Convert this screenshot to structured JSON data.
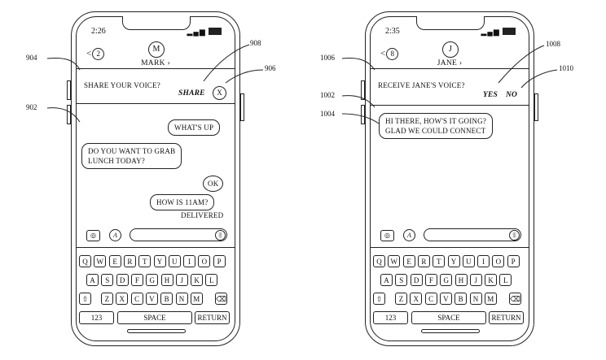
{
  "left_phone": {
    "time": "2:26",
    "back_count": "2",
    "avatar_initial": "M",
    "contact_name": "MARK",
    "prompt": "SHARE YOUR VOICE?",
    "share_label": "SHARE",
    "close_label": "X",
    "messages": [
      {
        "text": "WHAT'S UP",
        "side": "right"
      },
      {
        "text": "DO YOU WANT TO GRAB\nLUNCH TODAY?",
        "side": "left"
      },
      {
        "text": "OK",
        "side": "right"
      },
      {
        "text": "HOW IS 11AM?",
        "side": "right"
      }
    ],
    "delivered": "DELIVERED"
  },
  "right_phone": {
    "time": "2:35",
    "back_count": "8",
    "avatar_initial": "J",
    "contact_name": "JANE",
    "prompt": "RECEIVE JANE'S VOICE?",
    "yes_label": "YES",
    "no_label": "NO",
    "messages": [
      {
        "text": "HI THERE, HOW'S IT GOING?\nGLAD WE COULD CONNECT",
        "side": "left"
      }
    ]
  },
  "keyboard": {
    "row1": [
      "Q",
      "W",
      "E",
      "R",
      "T",
      "Y",
      "U",
      "I",
      "O",
      "P"
    ],
    "row2": [
      "A",
      "S",
      "D",
      "F",
      "G",
      "H",
      "J",
      "K",
      "L"
    ],
    "row3": [
      "Z",
      "X",
      "C",
      "V",
      "B",
      "N",
      "M"
    ],
    "numbers_label": "123",
    "space_label": "SPACE",
    "return_label": "RETURN",
    "shift_symbol": "⇧",
    "delete_symbol": "⌫"
  },
  "reference_numerals": {
    "r904": "904",
    "r902": "902",
    "r908": "908",
    "r906": "906",
    "r1006": "1006",
    "r1002": "1002",
    "r1004": "1004",
    "r1008": "1008",
    "r1010": "1010"
  },
  "icons": {
    "camera": "camera-icon",
    "apps": "app-store-icon",
    "mic": "audio-waveform-icon"
  }
}
